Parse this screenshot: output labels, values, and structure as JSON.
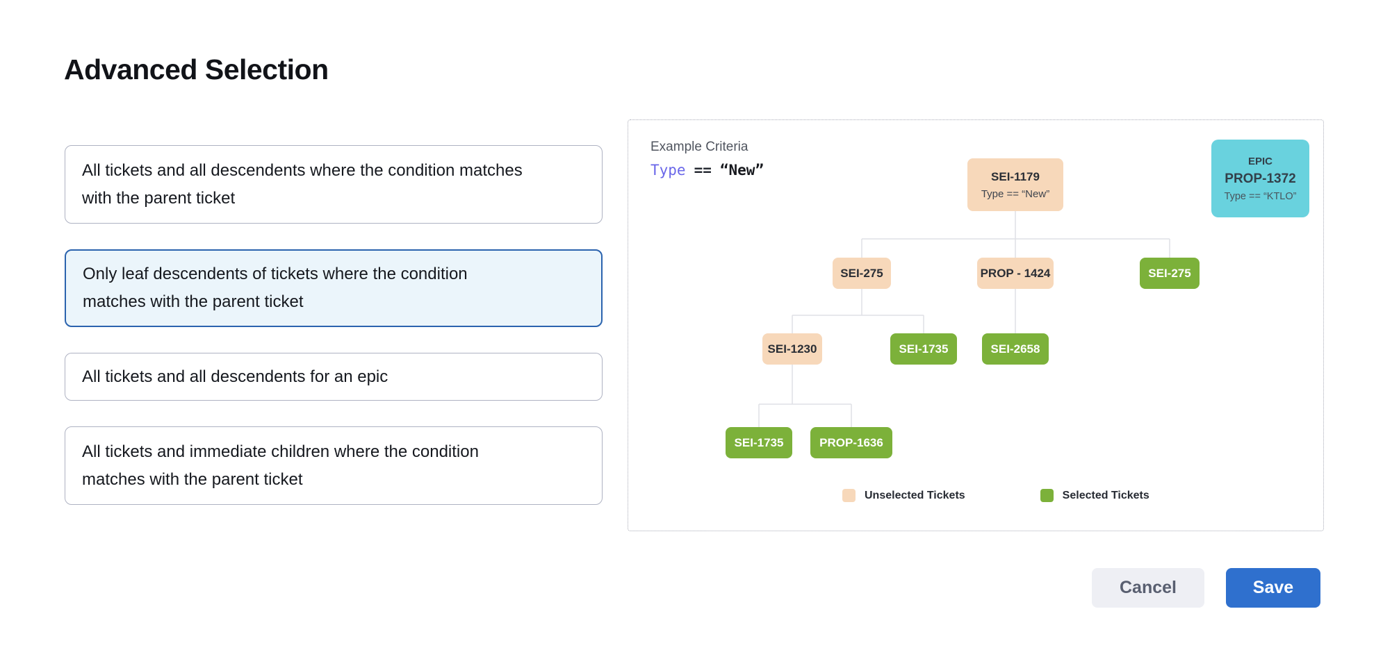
{
  "page": {
    "title": "Advanced Selection"
  },
  "options": [
    {
      "label": "All tickets and all descendents where the condition matches with the parent ticket",
      "selected": false
    },
    {
      "label": "Only leaf descendents of tickets where the condition matches with the parent ticket",
      "selected": true
    },
    {
      "label": "All tickets and all descendents for an epic",
      "selected": false
    },
    {
      "label": "All tickets and immediate children where the condition matches with the parent ticket",
      "selected": false
    }
  ],
  "example": {
    "heading": "Example Criteria",
    "criteria": {
      "field": "Type",
      "operator": "==",
      "value": "“New”"
    }
  },
  "tree": {
    "root": {
      "label": "SEI-1179",
      "sublabel": "Type == “New”",
      "state": "unselected"
    },
    "level2": [
      {
        "label": "SEI-275",
        "state": "unselected"
      },
      {
        "label": "PROP - 1424",
        "state": "unselected"
      },
      {
        "label": "SEI-275",
        "state": "selected"
      }
    ],
    "level3": [
      {
        "label": "SEI-1230",
        "state": "unselected"
      },
      {
        "label": "SEI-1735",
        "state": "selected"
      },
      {
        "label": "SEI-2658",
        "state": "selected"
      }
    ],
    "level4": [
      {
        "label": "SEI-1735",
        "state": "selected"
      },
      {
        "label": "PROP-1636",
        "state": "selected"
      }
    ]
  },
  "epic_card": {
    "type_label": "EPIC",
    "id": "PROP-1372",
    "criteria": "Type == “KTLO”"
  },
  "legend": [
    {
      "label": "Unselected Tickets",
      "state": "unselected"
    },
    {
      "label": "Selected Tickets",
      "state": "selected"
    }
  ],
  "actions": {
    "cancel": "Cancel",
    "save": "Save"
  },
  "colors": {
    "peach": "#F7D8BA",
    "green": "#7CB13A",
    "cyan": "#69D2DE",
    "accent_blue": "#2F70CE",
    "selected_border": "#2B63AE",
    "selected_bg": "#EBF5FB",
    "criteria_field": "#6A67E9"
  }
}
